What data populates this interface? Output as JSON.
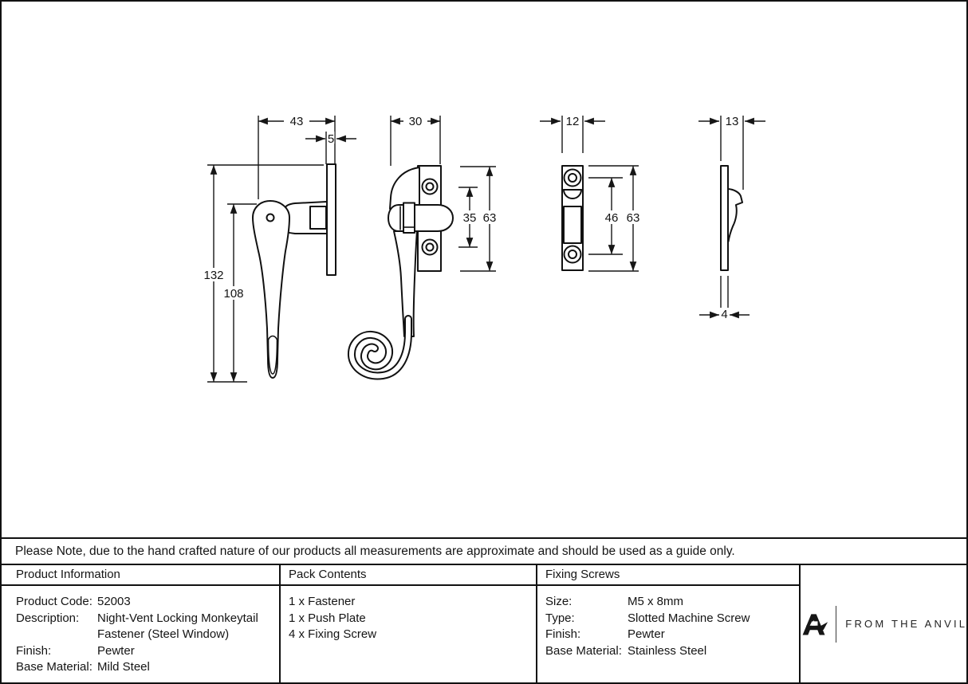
{
  "note": "Please Note, due to the hand crafted nature of our products all measurements are approximate and should be used as a guide only.",
  "dims": {
    "view1": {
      "width": "43",
      "plate_thickness": "5",
      "overall_height": "132",
      "handle_length": "108"
    },
    "view2": {
      "width": "30",
      "hole_spacing": "35",
      "height": "63"
    },
    "view3": {
      "width": "12",
      "hole_spacing": "46",
      "height": "63"
    },
    "view4": {
      "depth": "13",
      "plate_thickness": "4"
    }
  },
  "table": {
    "product_information": {
      "header": "Product Information",
      "rows": [
        {
          "label": "Product Code:",
          "value": "52003"
        },
        {
          "label": "Description:",
          "value": "Night-Vent Locking Monkeytail",
          "value2": "Fastener (Steel Window)"
        },
        {
          "label": "Finish:",
          "value": "Pewter"
        },
        {
          "label": "Base Material:",
          "value": "Mild Steel"
        }
      ]
    },
    "pack_contents": {
      "header": "Pack Contents",
      "items": [
        "1 x Fastener",
        "1 x Push Plate",
        "4 x Fixing Screw"
      ]
    },
    "fixing_screws": {
      "header": "Fixing Screws",
      "rows": [
        {
          "label": "Size:",
          "value": "M5 x 8mm"
        },
        {
          "label": "Type:",
          "value": "Slotted Machine Screw"
        },
        {
          "label": "Finish:",
          "value": "Pewter"
        },
        {
          "label": "Base Material:",
          "value": "Stainless Steel"
        }
      ]
    },
    "brand": {
      "logo_text": "FROM THE ANVIL"
    }
  }
}
